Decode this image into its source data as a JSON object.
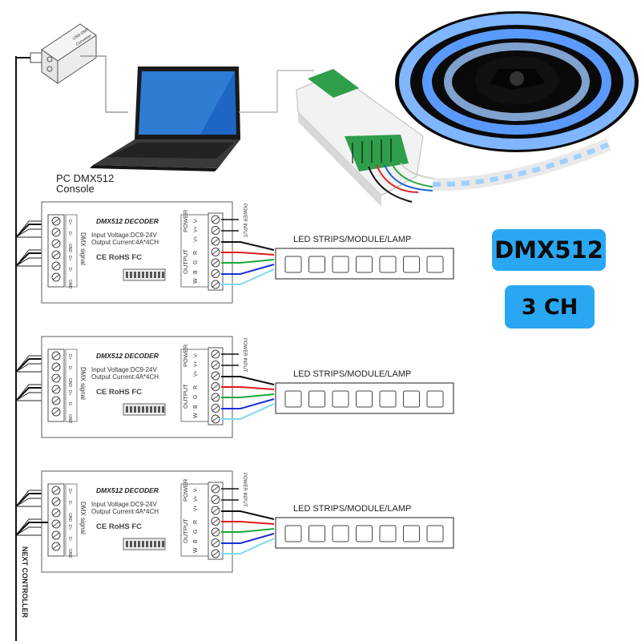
{
  "console": {
    "line1": "PC  DMX512",
    "line2": "Console"
  },
  "usb_converter": {
    "line1": "USB-DMX",
    "line2": "Converter"
  },
  "decoder": {
    "title": "DMX512 DECODER",
    "input_voltage": "Input Voltage:DC9-24V",
    "output_current": "Output Current:4A*4CH",
    "cert": "CE RoHS FC",
    "dmx_signal": "DMX signal",
    "dmx_pins": [
      "D+",
      "D-",
      "GND",
      "D+",
      "D-",
      "GND"
    ],
    "output_label": "OUTPUT",
    "power_label": "POWER",
    "output_pins": [
      "W",
      "B",
      "G",
      "R"
    ],
    "power_pins": [
      "V+",
      "V+",
      "V-"
    ],
    "power_input": "POWER INPUT"
  },
  "decoders": [
    {
      "lamp_label": "LED STRIPS/MODULE/LAMP"
    },
    {
      "lamp_label": "LED STRIPS/MODULE/LAMP"
    },
    {
      "lamp_label": "LED STRIPS/MODULE/LAMP"
    }
  ],
  "next_controller": "NEXT CONTROLLER",
  "badges": {
    "protocol": "DMX512",
    "channels": "3 CH"
  },
  "wire_colors": [
    "#111111",
    "#e01a1a",
    "#1aa83a",
    "#1a2fd8",
    "#7fd8ee"
  ],
  "accent": "#2aa7f2"
}
